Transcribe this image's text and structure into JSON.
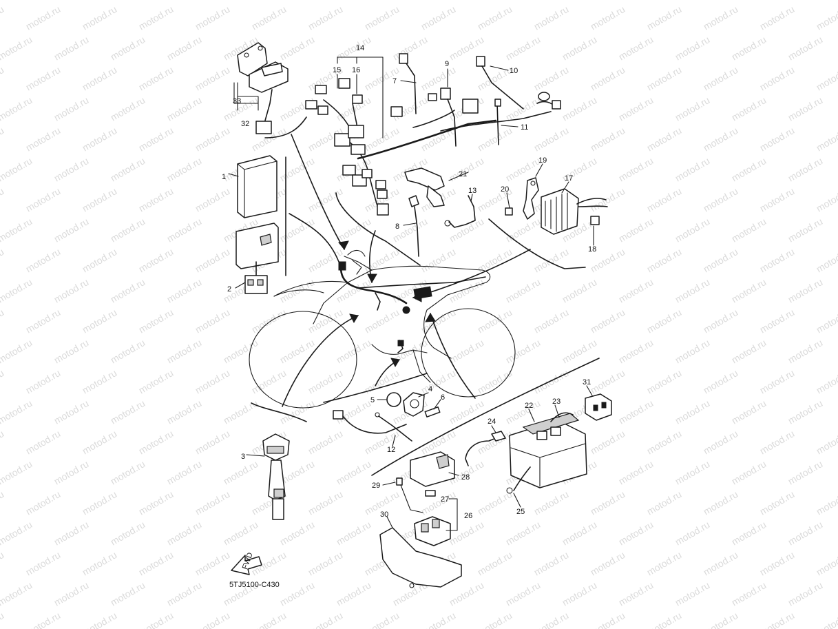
{
  "diagram": {
    "diagram_code": "5TJ5100-C430",
    "fwd_label": "FWD",
    "watermark_text": "motod.ru",
    "callouts": [
      "1",
      "2",
      "3",
      "5",
      "4",
      "6",
      "7",
      "8",
      "9",
      "10",
      "11",
      "12",
      "13",
      "14",
      "15",
      "16",
      "17",
      "18",
      "19",
      "20",
      "21",
      "22",
      "23",
      "24",
      "25",
      "26",
      "27",
      "28",
      "29",
      "30",
      "31",
      "32",
      "33"
    ]
  }
}
